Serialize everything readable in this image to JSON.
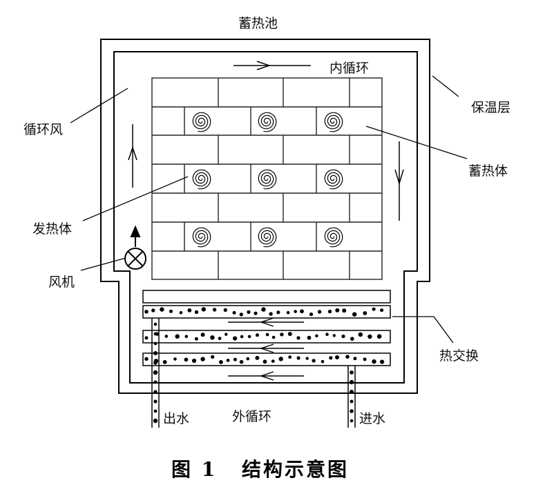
{
  "labels": {
    "tank": "蓄热池",
    "inner_loop": "内循环",
    "insulation": "保温层",
    "circulating_air": "循环风",
    "storage_body": "蓄热体",
    "heater": "发热体",
    "fan": "风机",
    "heat_exchanger": "热交换",
    "water_out": "出水",
    "outer_loop": "外循环",
    "water_in": "进水"
  },
  "caption": {
    "figure_number": "图 1",
    "title": "结构示意图"
  }
}
